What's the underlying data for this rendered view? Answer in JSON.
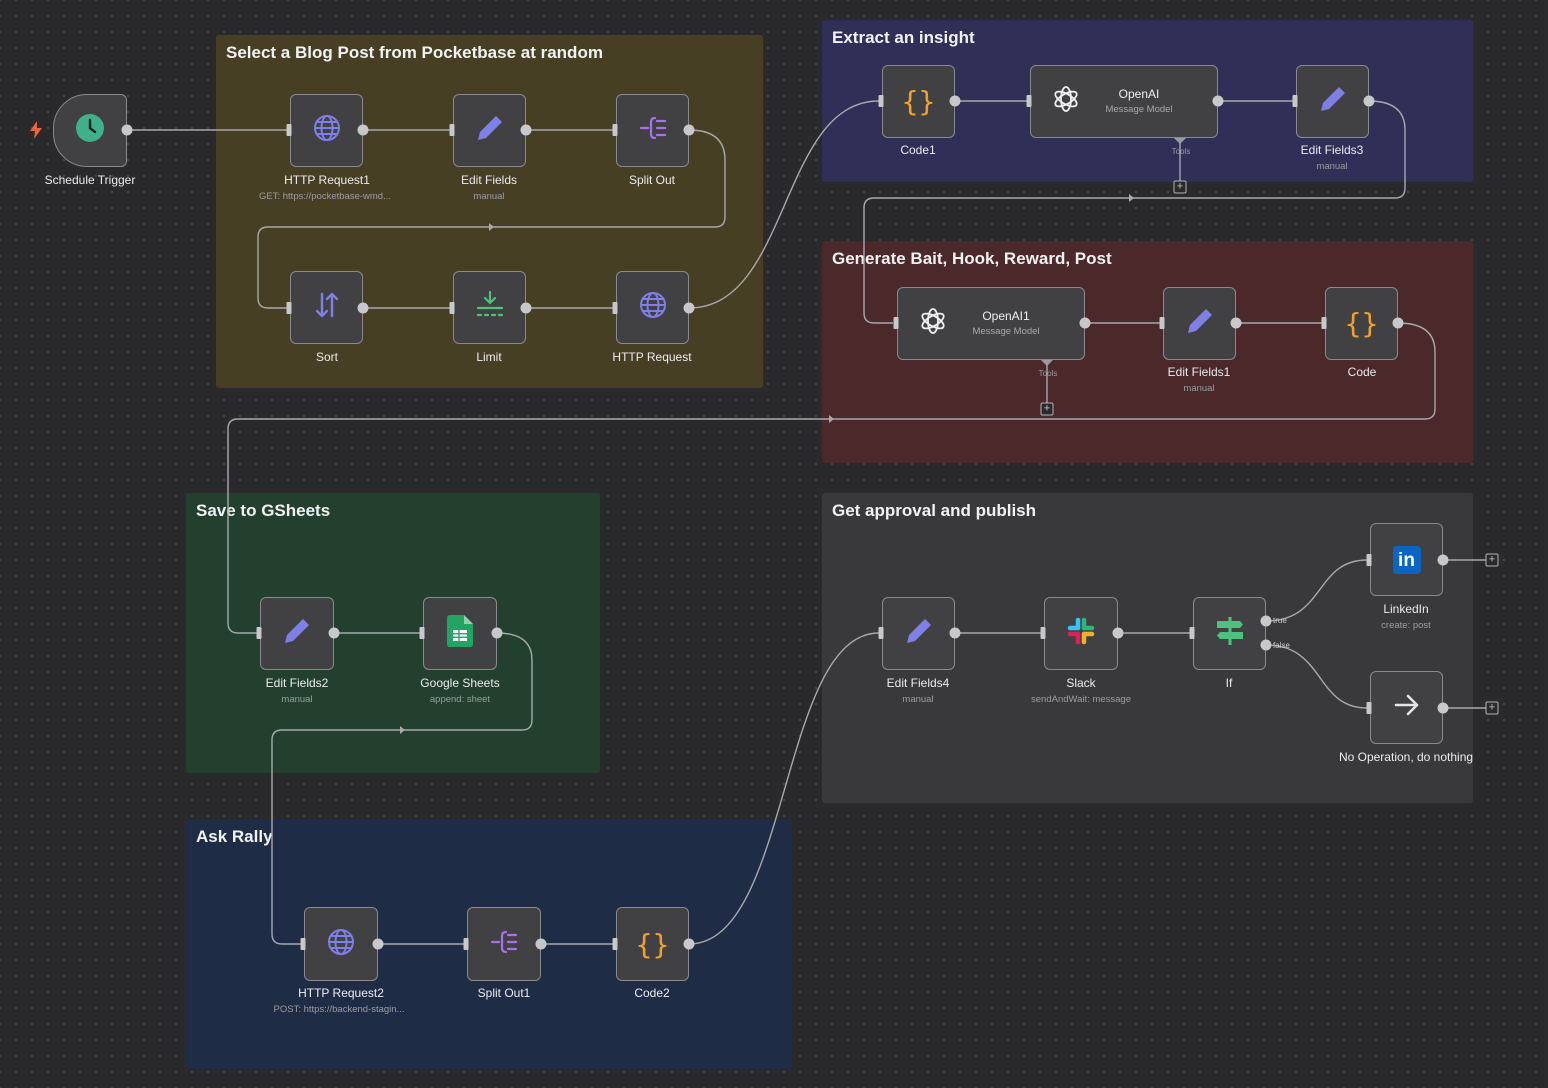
{
  "canvas": {
    "background": "#2a2a2c",
    "edge_color": "#a8a8ae"
  },
  "groups": {
    "blog": {
      "title": "Select a Blog Post from Pocketbase at random",
      "color": "#473f24"
    },
    "insight": {
      "title": "Extract an insight",
      "color": "#302f57"
    },
    "generate": {
      "title": "Generate Bait, Hook, Reward, Post",
      "color": "#4b2829"
    },
    "gsheets": {
      "title": "Save to GSheets",
      "color": "#23402e"
    },
    "rally": {
      "title": "Ask Rally",
      "color": "#1f2c46"
    },
    "approval": {
      "title": "Get approval and publish",
      "color": "#39393b"
    }
  },
  "nodes": {
    "schedule_trigger": {
      "label": "Schedule Trigger",
      "icon": "clock-icon"
    },
    "http_request1": {
      "label": "HTTP Request1",
      "sub": "GET: https://pocketbase-wmd...",
      "icon": "globe-icon"
    },
    "edit_fields": {
      "label": "Edit Fields",
      "sub": "manual",
      "icon": "pencil-icon"
    },
    "split_out": {
      "label": "Split Out",
      "icon": "split-icon"
    },
    "sort": {
      "label": "Sort",
      "icon": "sort-icon"
    },
    "limit": {
      "label": "Limit",
      "icon": "limit-icon"
    },
    "http_request": {
      "label": "HTTP Request",
      "icon": "globe-icon"
    },
    "code1": {
      "label": "Code1",
      "icon": "braces-icon"
    },
    "openai": {
      "title": "OpenAI",
      "sub": "Message Model",
      "tools": "Tools",
      "icon": "openai-icon"
    },
    "edit_fields3": {
      "label": "Edit Fields3",
      "sub": "manual",
      "icon": "pencil-icon"
    },
    "openai1": {
      "title": "OpenAI1",
      "sub": "Message Model",
      "tools": "Tools",
      "icon": "openai-icon"
    },
    "edit_fields1": {
      "label": "Edit Fields1",
      "sub": "manual",
      "icon": "pencil-icon"
    },
    "code": {
      "label": "Code",
      "icon": "braces-icon"
    },
    "edit_fields2": {
      "label": "Edit Fields2",
      "sub": "manual",
      "icon": "pencil-icon"
    },
    "google_sheets": {
      "label": "Google Sheets",
      "sub": "append: sheet",
      "icon": "sheets-icon"
    },
    "http_request2": {
      "label": "HTTP Request2",
      "sub": "POST: https://backend-stagin...",
      "icon": "globe-icon"
    },
    "split_out1": {
      "label": "Split Out1",
      "icon": "split-icon"
    },
    "code2": {
      "label": "Code2",
      "icon": "braces-icon"
    },
    "edit_fields4": {
      "label": "Edit Fields4",
      "sub": "manual",
      "icon": "pencil-icon"
    },
    "slack": {
      "label": "Slack",
      "sub": "sendAndWait: message",
      "icon": "slack-icon"
    },
    "if": {
      "label": "If",
      "true_label": "true",
      "false_label": "false",
      "icon": "signpost-icon"
    },
    "linkedin": {
      "label": "LinkedIn",
      "sub": "create: post",
      "icon": "linkedin-icon"
    },
    "noop": {
      "label": "No Operation, do nothing",
      "icon": "arrow-right-icon"
    }
  },
  "icons": {
    "braces_glyph": "{}",
    "linkedin_glyph": "in",
    "plus_glyph": "+"
  }
}
